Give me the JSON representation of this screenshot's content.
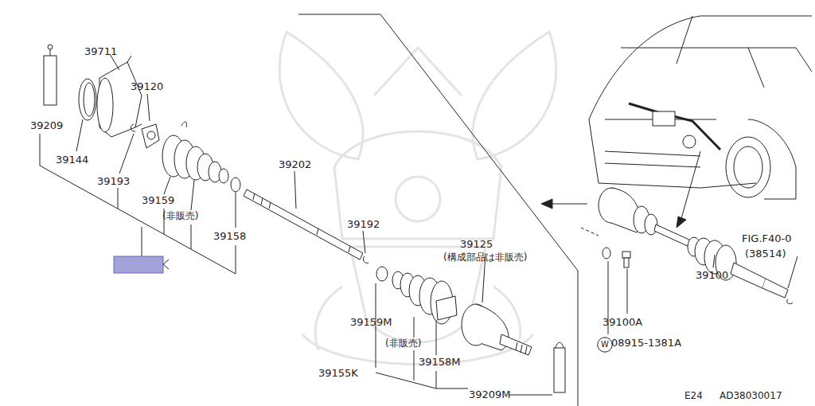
{
  "diagram": {
    "nodes": [
      {
        "text": [
          "W"
        ]
      }
    ],
    "labels": [
      "39209",
      "39711",
      "39120",
      "39144",
      "39193",
      "39159",
      "(非販売)",
      "39158",
      "39202",
      "39192",
      "39125",
      "(構成部品は非販売)",
      "39159M",
      "(非販売)",
      "39158M",
      "39155K",
      "39209M",
      "FIG.F40-0",
      "(38514)",
      "39100",
      "39100A",
      "08915-1381A",
      "E24",
      "AD38030017"
    ]
  }
}
